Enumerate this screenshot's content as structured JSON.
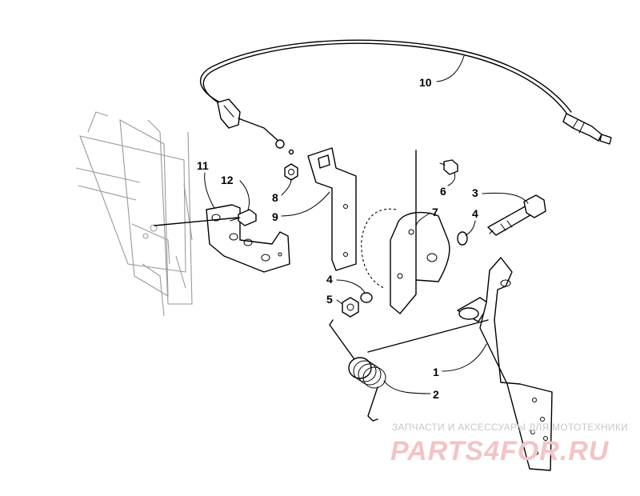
{
  "callouts": [
    {
      "id": "1",
      "label": "1",
      "part": "pedal"
    },
    {
      "id": "2",
      "label": "2",
      "part": "spring"
    },
    {
      "id": "3",
      "label": "3",
      "part": "shoulder-bolt"
    },
    {
      "id": "4a",
      "label": "4",
      "part": "washer-upper"
    },
    {
      "id": "4b",
      "label": "4",
      "part": "washer-lower"
    },
    {
      "id": "5",
      "label": "5",
      "part": "lock-nut"
    },
    {
      "id": "6",
      "label": "6",
      "part": "screw"
    },
    {
      "id": "7",
      "label": "7",
      "part": "pedal-bracket"
    },
    {
      "id": "8",
      "label": "8",
      "part": "nut"
    },
    {
      "id": "9",
      "label": "9",
      "part": "cable-bracket"
    },
    {
      "id": "10",
      "label": "10",
      "part": "throttle-cable"
    },
    {
      "id": "11",
      "label": "11",
      "part": "mounting-bracket"
    },
    {
      "id": "12",
      "label": "12",
      "part": "bolt"
    }
  ],
  "watermark": {
    "text": "ЗАПЧАСТИ И АКСЕССУАРЫ ДЛЯ МОТОТЕХНИКИ",
    "logo": "PARTS4FOR.RU"
  }
}
